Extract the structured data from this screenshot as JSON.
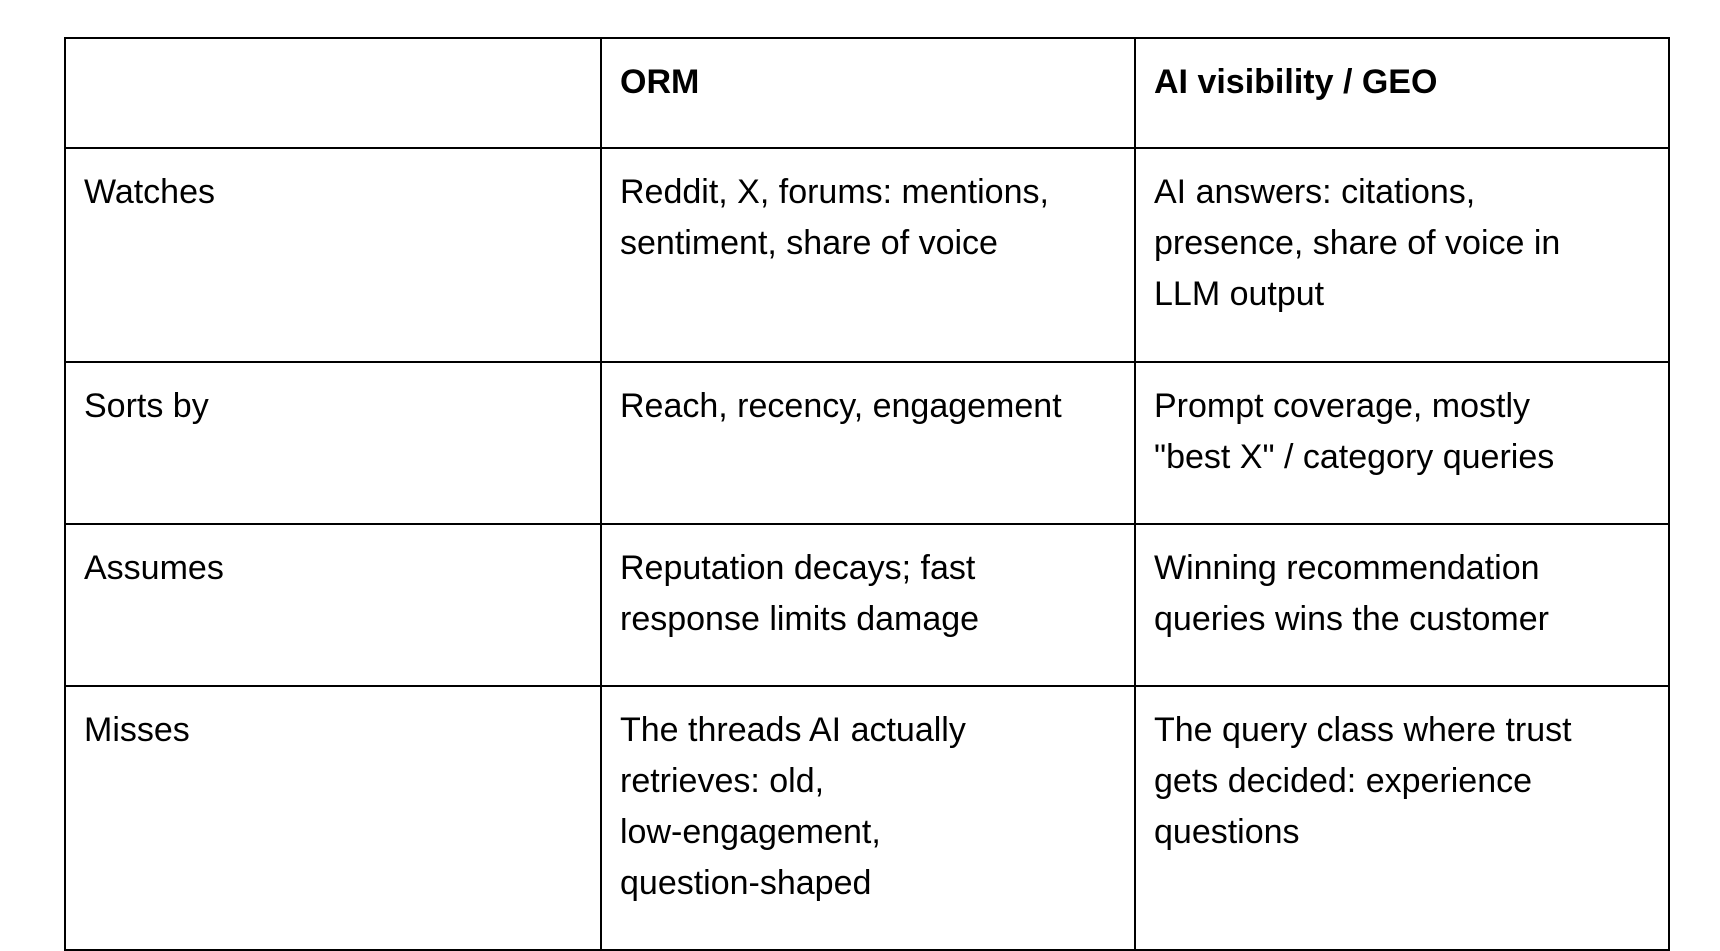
{
  "table": {
    "headers": [
      "",
      "ORM",
      "AI visibility / GEO"
    ],
    "rows": [
      {
        "label": "Watches",
        "orm": "Reddit, X, forums: mentions,\nsentiment, share of voice",
        "geo": "AI answers: citations,\npresence, share of voice in\nLLM output"
      },
      {
        "label": "Sorts by",
        "orm": "Reach, recency, engagement",
        "geo": "Prompt coverage, mostly\n\"best X\" / category queries"
      },
      {
        "label": "Assumes",
        "orm": "Reputation decays; fast\nresponse limits damage",
        "geo": "Winning recommendation\nqueries wins the customer"
      },
      {
        "label": "Misses",
        "orm": "The threads AI actually\nretrieves: old,\nlow-engagement,\nquestion-shaped",
        "geo": "The query class where trust\ngets decided: experience\nquestions"
      }
    ]
  }
}
